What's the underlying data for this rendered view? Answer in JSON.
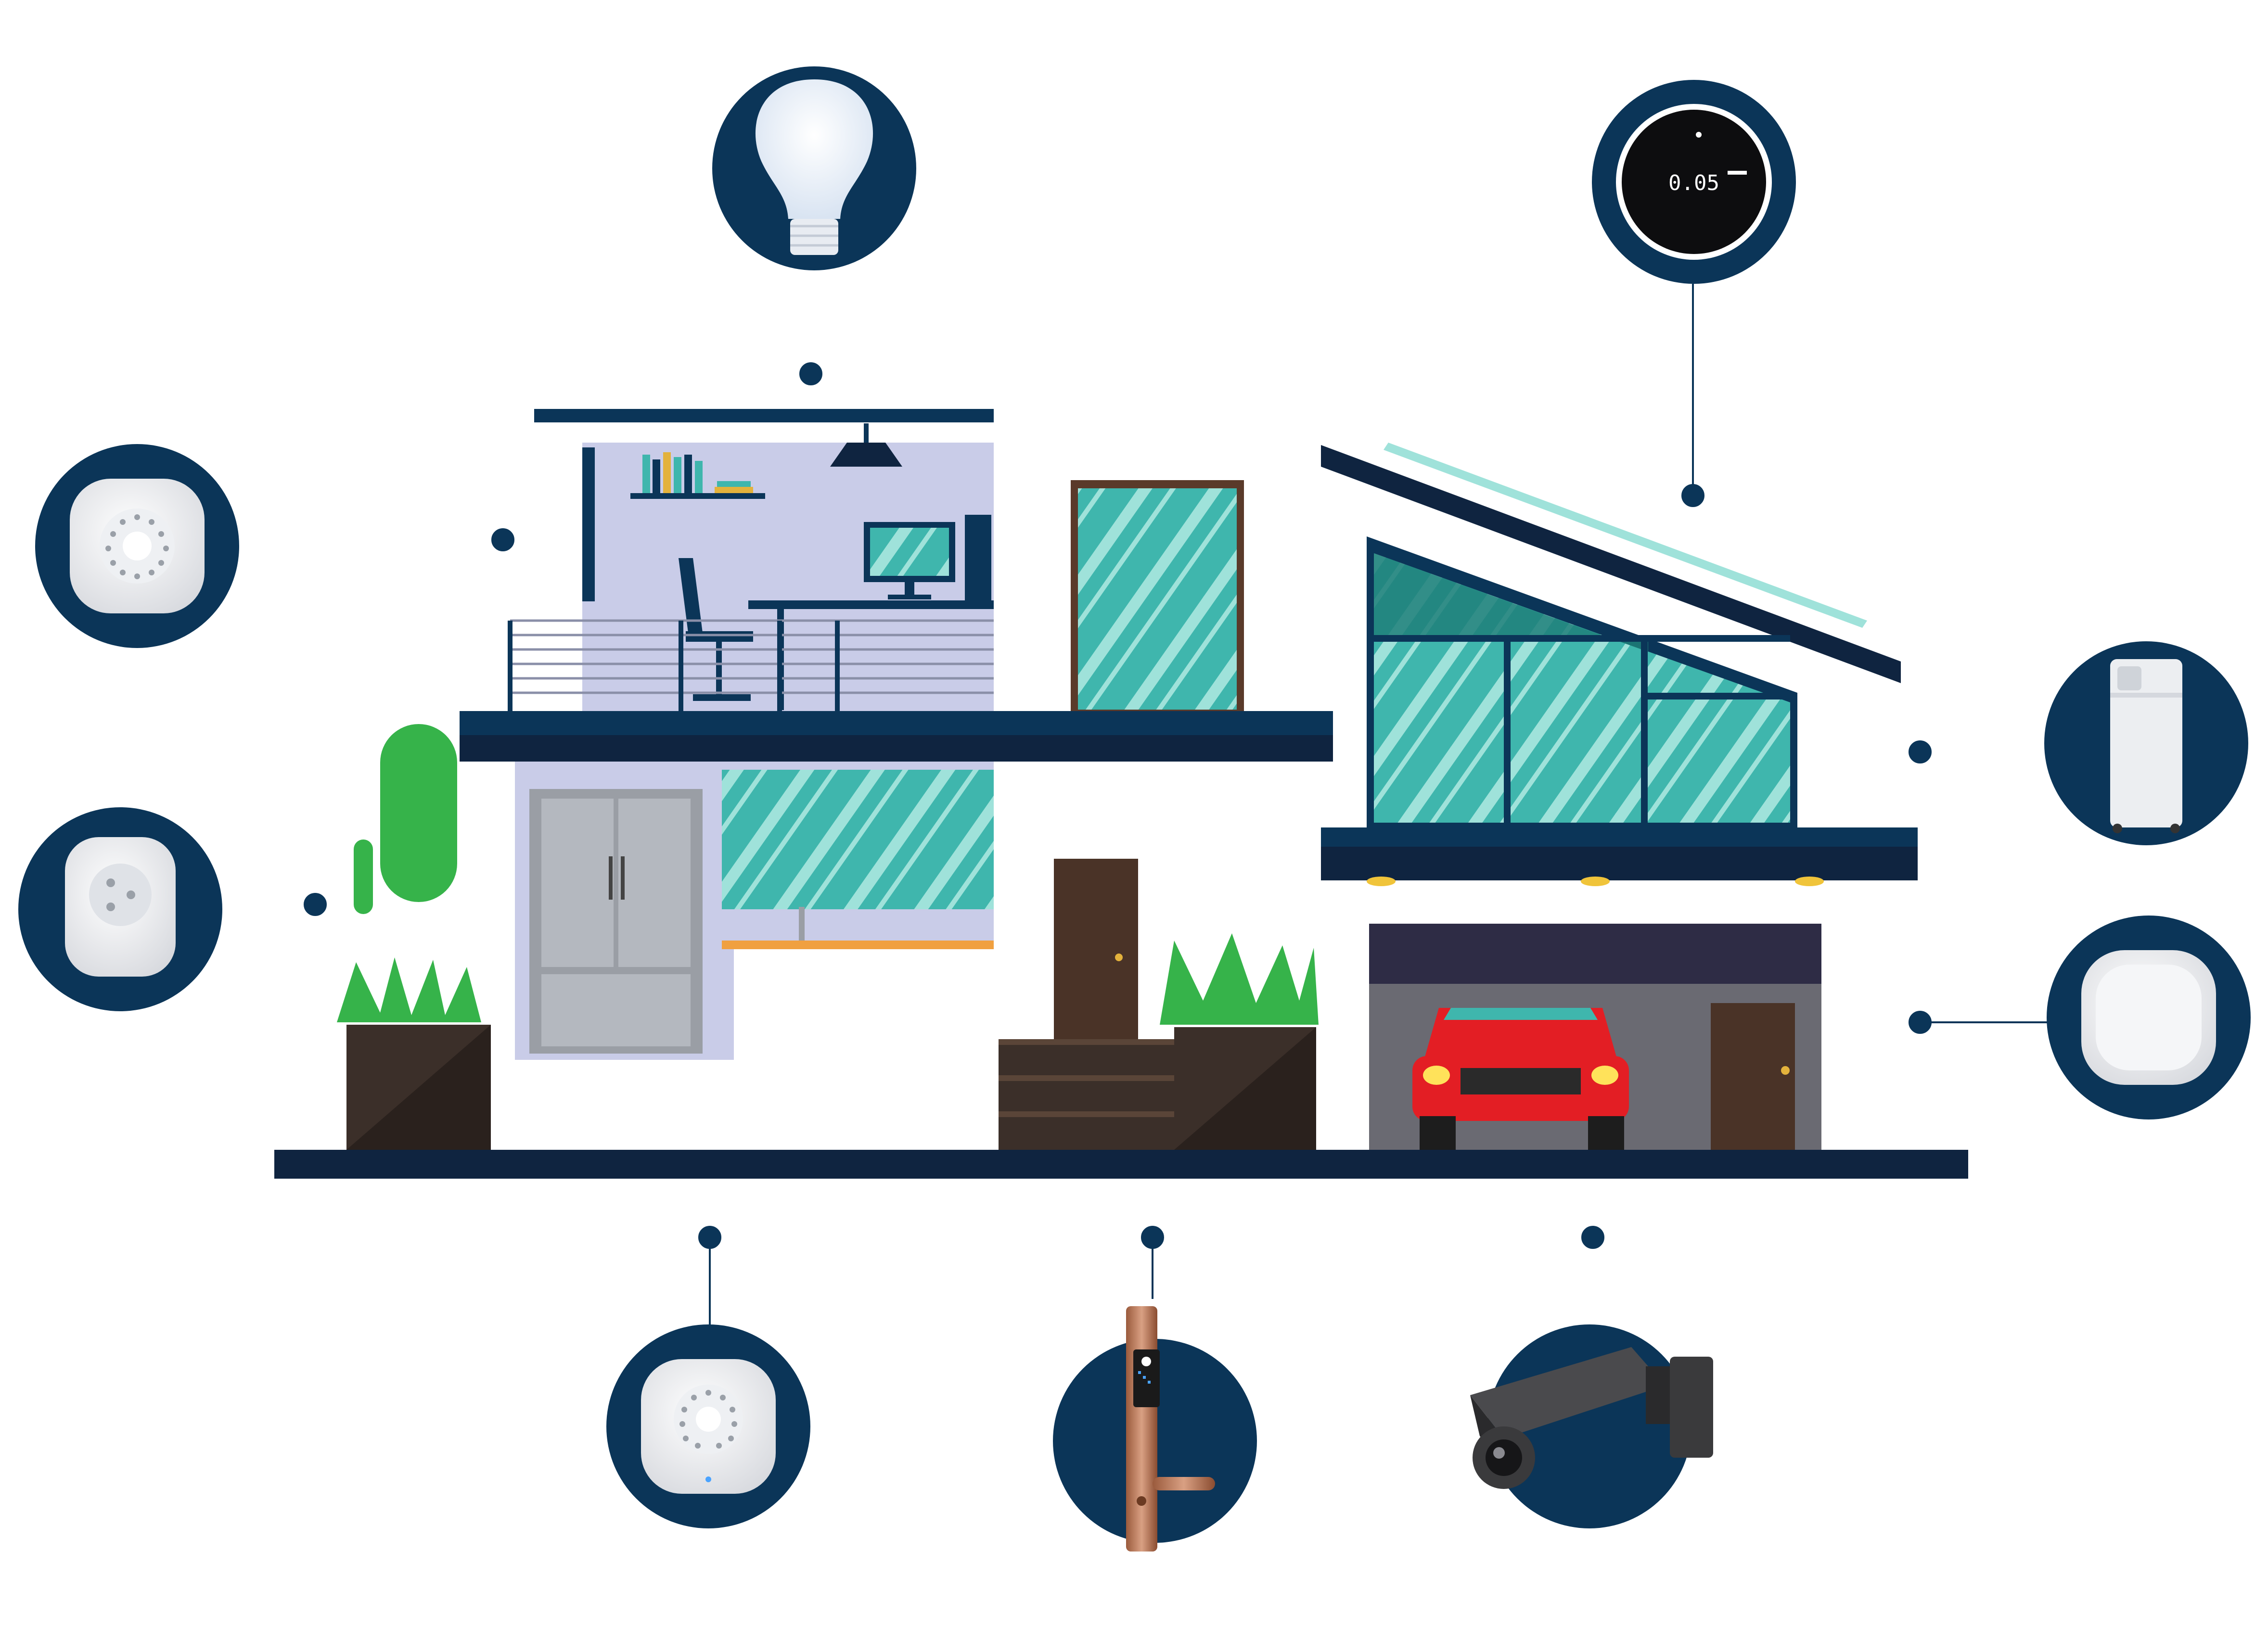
{
  "devices": [
    {
      "id": "smart-bulb",
      "icon": "light-bulb-icon"
    },
    {
      "id": "thermostat",
      "icon": "thermostat-icon",
      "display": "0.05"
    },
    {
      "id": "smoke-detector",
      "icon": "smoke-detector-icon"
    },
    {
      "id": "smart-plug",
      "icon": "smart-plug-icon"
    },
    {
      "id": "air-purifier",
      "icon": "air-purifier-icon"
    },
    {
      "id": "motion-sensor",
      "icon": "motion-sensor-icon"
    },
    {
      "id": "gas-sensor",
      "icon": "gas-sensor-icon"
    },
    {
      "id": "smart-door-lock",
      "icon": "door-lock-icon"
    },
    {
      "id": "security-camera",
      "icon": "security-camera-icon"
    }
  ],
  "colors": {
    "navy": "#0b3558",
    "dark": "#0f2440",
    "glass": "#3fb6ad",
    "glass_light": "#9fe2da",
    "wall": "#c9cce8",
    "plant": "#36b34a",
    "car": "#e31e24",
    "pot": "#3b2f29"
  }
}
